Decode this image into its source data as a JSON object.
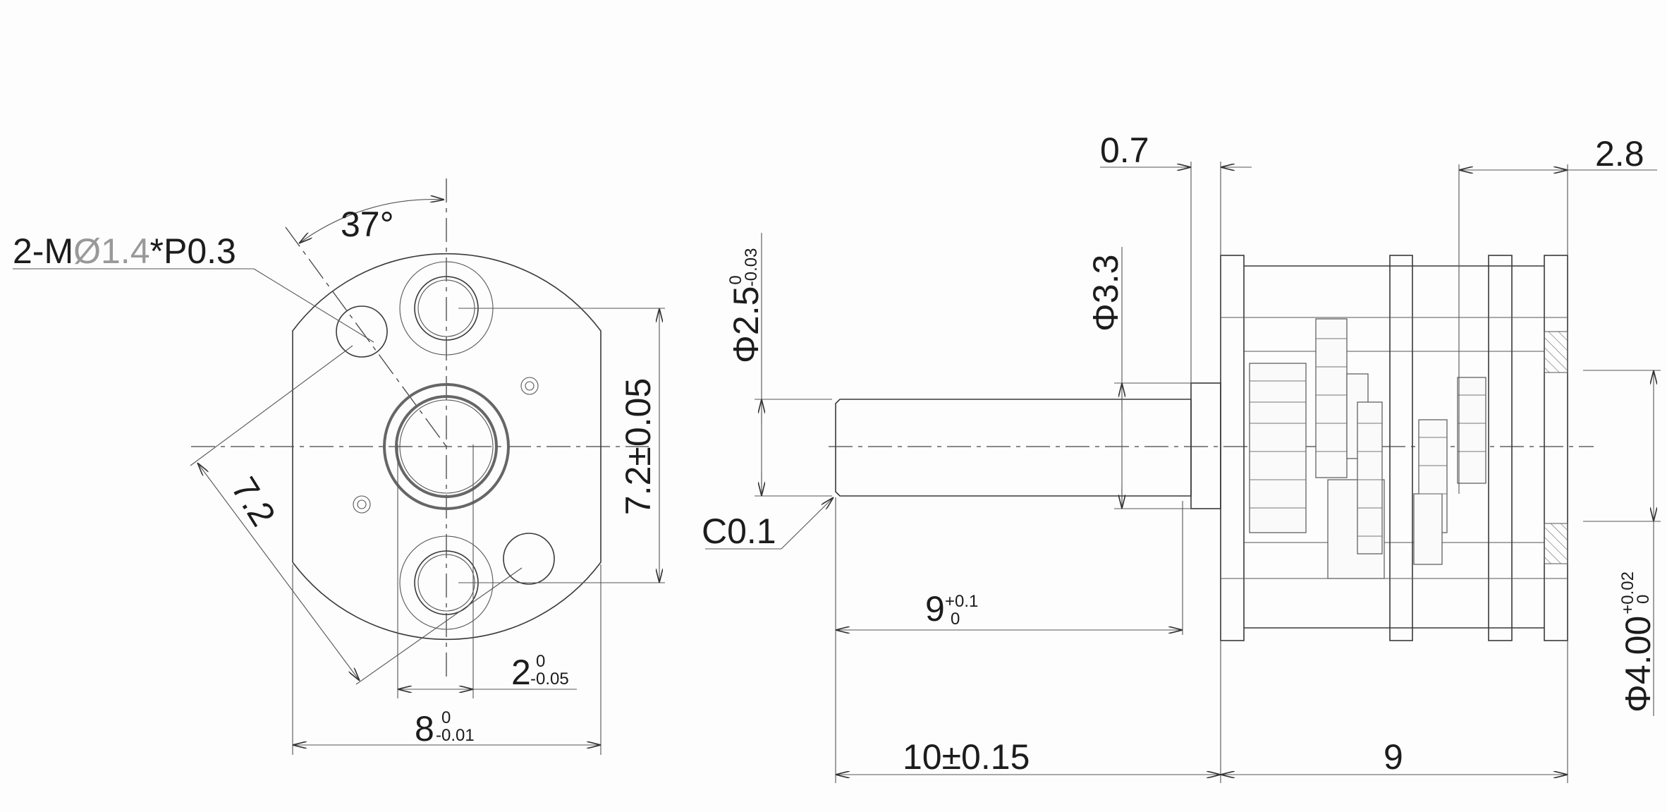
{
  "drawing": {
    "front_view": {
      "thread_label": {
        "prefix": "2-M",
        "diameter": "Ø1.4",
        "pitch": "*P0.3"
      },
      "angle": "37°",
      "hole_spacing": {
        "value": "7.2±0.05"
      },
      "diagonal_spacing": {
        "value": "7.2"
      },
      "flat_width": {
        "value": "2",
        "upper": "0",
        "lower": "-0.05"
      },
      "body_width": {
        "value": "8",
        "upper": "0",
        "lower": "-0.01"
      }
    },
    "side_view": {
      "flange_thickness": "0.7",
      "end_thickness": "2.8",
      "shaft_diameter": {
        "value": "Φ2.5",
        "upper": "0",
        "lower": "-0.03"
      },
      "flange_diameter": "Φ3.3",
      "chamfer": "C0.1",
      "shaft_length": {
        "value": "9",
        "upper": "+0.1",
        "lower": "0"
      },
      "overall_shaft": "10±0.15",
      "gearbox_length": "9",
      "pilot_diameter": {
        "value": "Φ4.00",
        "upper": "+0.02",
        "lower": "0"
      }
    }
  }
}
